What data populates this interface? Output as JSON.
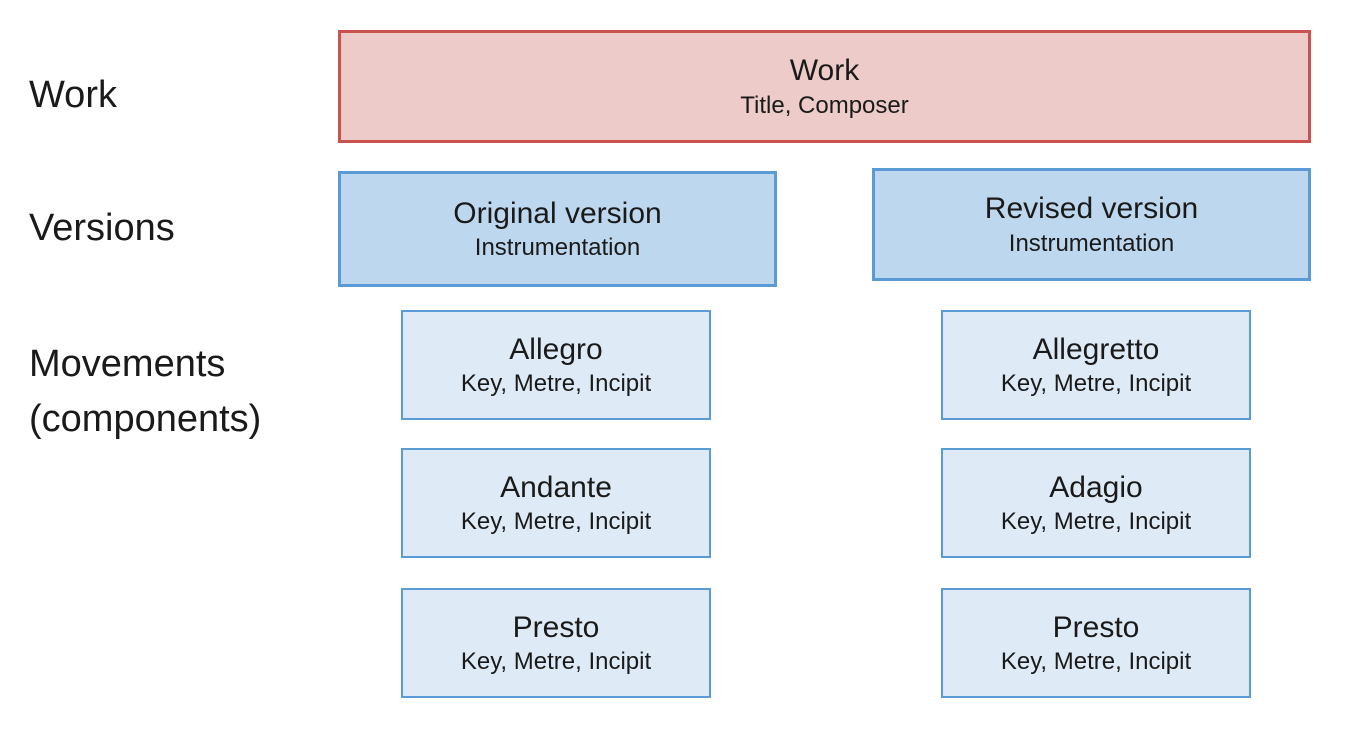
{
  "colors": {
    "background": "#ffffff",
    "text": "#1a1a1a",
    "work_fill": "#EDCBC8",
    "work_border": "#C9534F",
    "version_fill": "#BDD7EE",
    "version_border": "#5B9BD5",
    "movement_fill": "#DEEBF7",
    "movement_border": "#5B9BD5"
  },
  "row_labels": {
    "work": "Work",
    "versions": "Versions",
    "movements_line1": "Movements",
    "movements_line2": "(components)"
  },
  "work": {
    "title": "Work",
    "subtitle": "Title, Composer"
  },
  "versions": [
    {
      "title": "Original version",
      "subtitle": "Instrumentation",
      "movements": [
        {
          "title": "Allegro",
          "subtitle": "Key, Metre, Incipit"
        },
        {
          "title": "Andante",
          "subtitle": "Key, Metre, Incipit"
        },
        {
          "title": "Presto",
          "subtitle": "Key, Metre, Incipit"
        }
      ]
    },
    {
      "title": "Revised version",
      "subtitle": "Instrumentation",
      "movements": [
        {
          "title": "Allegretto",
          "subtitle": "Key, Metre, Incipit"
        },
        {
          "title": "Adagio",
          "subtitle": "Key, Metre, Incipit"
        },
        {
          "title": "Presto",
          "subtitle": "Key, Metre, Incipit"
        }
      ]
    }
  ]
}
